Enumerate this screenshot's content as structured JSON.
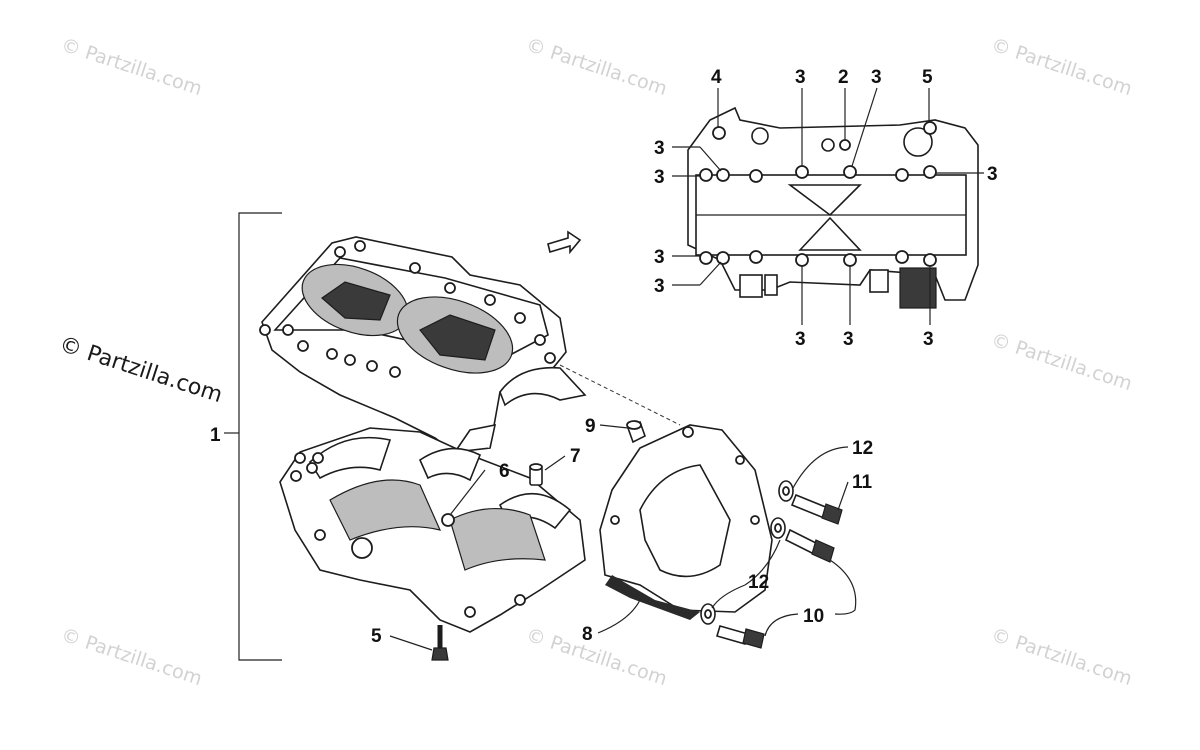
{
  "watermark": "© Partzilla.com",
  "brand_label": "© Partzilla.com",
  "callouts": {
    "c1": "1",
    "c2": "2",
    "c3": "3",
    "c4": "4",
    "c5": "5",
    "c6": "6",
    "c7": "7",
    "c8": "8",
    "c9": "9",
    "c10": "10",
    "c11": "11",
    "c12": "12"
  }
}
